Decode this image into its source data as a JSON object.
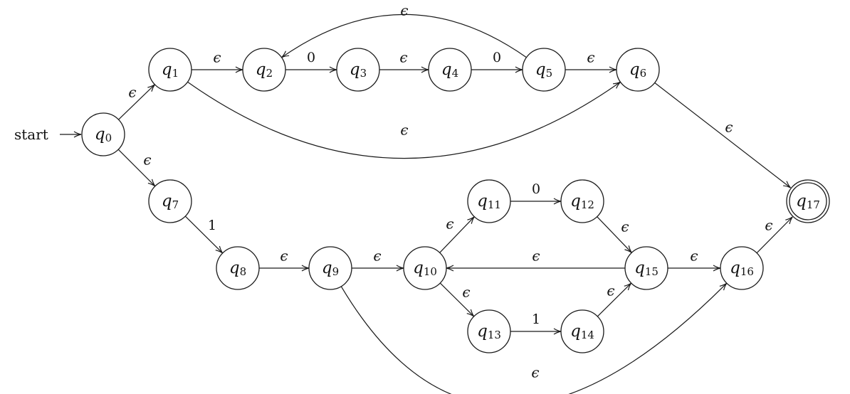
{
  "automaton": {
    "start_label": "start",
    "states": [
      {
        "id": "q0",
        "letter": "q",
        "index": "0",
        "accepting": false
      },
      {
        "id": "q1",
        "letter": "q",
        "index": "1",
        "accepting": false
      },
      {
        "id": "q2",
        "letter": "q",
        "index": "2",
        "accepting": false
      },
      {
        "id": "q3",
        "letter": "q",
        "index": "3",
        "accepting": false
      },
      {
        "id": "q4",
        "letter": "q",
        "index": "4",
        "accepting": false
      },
      {
        "id": "q5",
        "letter": "q",
        "index": "5",
        "accepting": false
      },
      {
        "id": "q6",
        "letter": "q",
        "index": "6",
        "accepting": false
      },
      {
        "id": "q7",
        "letter": "q",
        "index": "7",
        "accepting": false
      },
      {
        "id": "q8",
        "letter": "q",
        "index": "8",
        "accepting": false
      },
      {
        "id": "q9",
        "letter": "q",
        "index": "9",
        "accepting": false
      },
      {
        "id": "q10",
        "letter": "q",
        "index": "10",
        "accepting": false
      },
      {
        "id": "q11",
        "letter": "q",
        "index": "11",
        "accepting": false
      },
      {
        "id": "q12",
        "letter": "q",
        "index": "12",
        "accepting": false
      },
      {
        "id": "q13",
        "letter": "q",
        "index": "13",
        "accepting": false
      },
      {
        "id": "q14",
        "letter": "q",
        "index": "14",
        "accepting": false
      },
      {
        "id": "q15",
        "letter": "q",
        "index": "15",
        "accepting": false
      },
      {
        "id": "q16",
        "letter": "q",
        "index": "16",
        "accepting": false
      },
      {
        "id": "q17",
        "letter": "q",
        "index": "17",
        "accepting": true
      }
    ],
    "transitions": [
      {
        "from": "q0",
        "to": "q1",
        "label": "ϵ"
      },
      {
        "from": "q0",
        "to": "q7",
        "label": "ϵ"
      },
      {
        "from": "q1",
        "to": "q2",
        "label": "ϵ"
      },
      {
        "from": "q1",
        "to": "q6",
        "label": "ϵ"
      },
      {
        "from": "q2",
        "to": "q3",
        "label": "0"
      },
      {
        "from": "q3",
        "to": "q4",
        "label": "ϵ"
      },
      {
        "from": "q4",
        "to": "q5",
        "label": "0"
      },
      {
        "from": "q5",
        "to": "q2",
        "label": "ϵ"
      },
      {
        "from": "q5",
        "to": "q6",
        "label": "ϵ"
      },
      {
        "from": "q6",
        "to": "q17",
        "label": "ϵ"
      },
      {
        "from": "q7",
        "to": "q8",
        "label": "1"
      },
      {
        "from": "q8",
        "to": "q9",
        "label": "ϵ"
      },
      {
        "from": "q9",
        "to": "q10",
        "label": "ϵ"
      },
      {
        "from": "q9",
        "to": "q16",
        "label": "ϵ"
      },
      {
        "from": "q10",
        "to": "q11",
        "label": "ϵ"
      },
      {
        "from": "q10",
        "to": "q13",
        "label": "ϵ"
      },
      {
        "from": "q11",
        "to": "q12",
        "label": "0"
      },
      {
        "from": "q13",
        "to": "q14",
        "label": "1"
      },
      {
        "from": "q12",
        "to": "q15",
        "label": "ϵ"
      },
      {
        "from": "q14",
        "to": "q15",
        "label": "ϵ"
      },
      {
        "from": "q15",
        "to": "q10",
        "label": "ϵ"
      },
      {
        "from": "q15",
        "to": "q16",
        "label": "ϵ"
      },
      {
        "from": "q16",
        "to": "q17",
        "label": "ϵ"
      }
    ]
  }
}
